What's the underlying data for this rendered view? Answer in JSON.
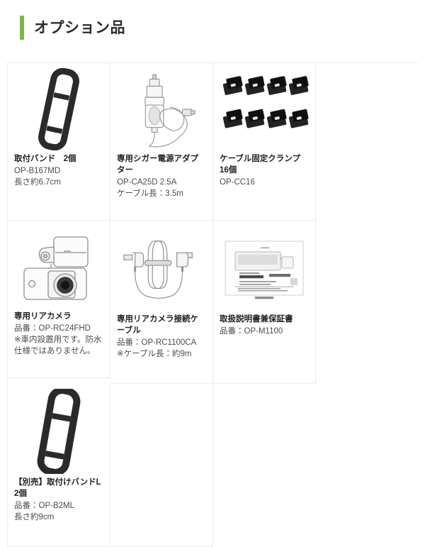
{
  "header": {
    "title": "オプション品",
    "accent_color": "#7ab648"
  },
  "grid": {
    "rows": [
      {
        "cells": [
          {
            "icon": "mounting-band-illustration",
            "name": "取付バンド　2個",
            "lines": [
              "OP-B167MD",
              "長さ約6.7cm"
            ]
          },
          {
            "icon": "cigarette-power-adapter-illustration",
            "name": "専用シガー電源アダプター",
            "lines": [
              "OP-CA25D 2.5A",
              "ケーブル長：3.5m"
            ]
          },
          {
            "icon": "cable-clamp-illustration",
            "name": "ケーブル固定クランプ 16個",
            "lines": [
              "OP-CC16"
            ]
          },
          {
            "icon": "rear-camera-illustration",
            "name": "専用リアカメラ",
            "lines": [
              "品番：OP-RC24FHD",
              "※車内設置用です。防水仕様ではありません。"
            ]
          }
        ]
      },
      {
        "cells": [
          {
            "icon": "rear-camera-cable-illustration",
            "name": "専用リアカメラ接続ケーブル",
            "lines": [
              "品番：OP-RC1100CA",
              "※ケーブル長：約9m"
            ]
          },
          {
            "icon": "instruction-manual-illustration",
            "name": "取扱説明書兼保証書",
            "lines": [
              "品番：OP-M1100"
            ]
          },
          {
            "icon": "mounting-band-l-illustration",
            "name": "【別売】取付けバンドL 2個",
            "lines": [
              "品番：OP-B2ML",
              "長さ約9cm"
            ]
          },
          {
            "icon": "empty-cell",
            "name": "",
            "lines": []
          }
        ]
      }
    ]
  },
  "colors": {
    "accent_green": "#7ab648",
    "grid_line": "#ececec",
    "title_text": "#2b2b2b",
    "body_text": "#4c4c4c",
    "product_black": "#2a2a2a",
    "line_art": "#8a8a8a"
  }
}
